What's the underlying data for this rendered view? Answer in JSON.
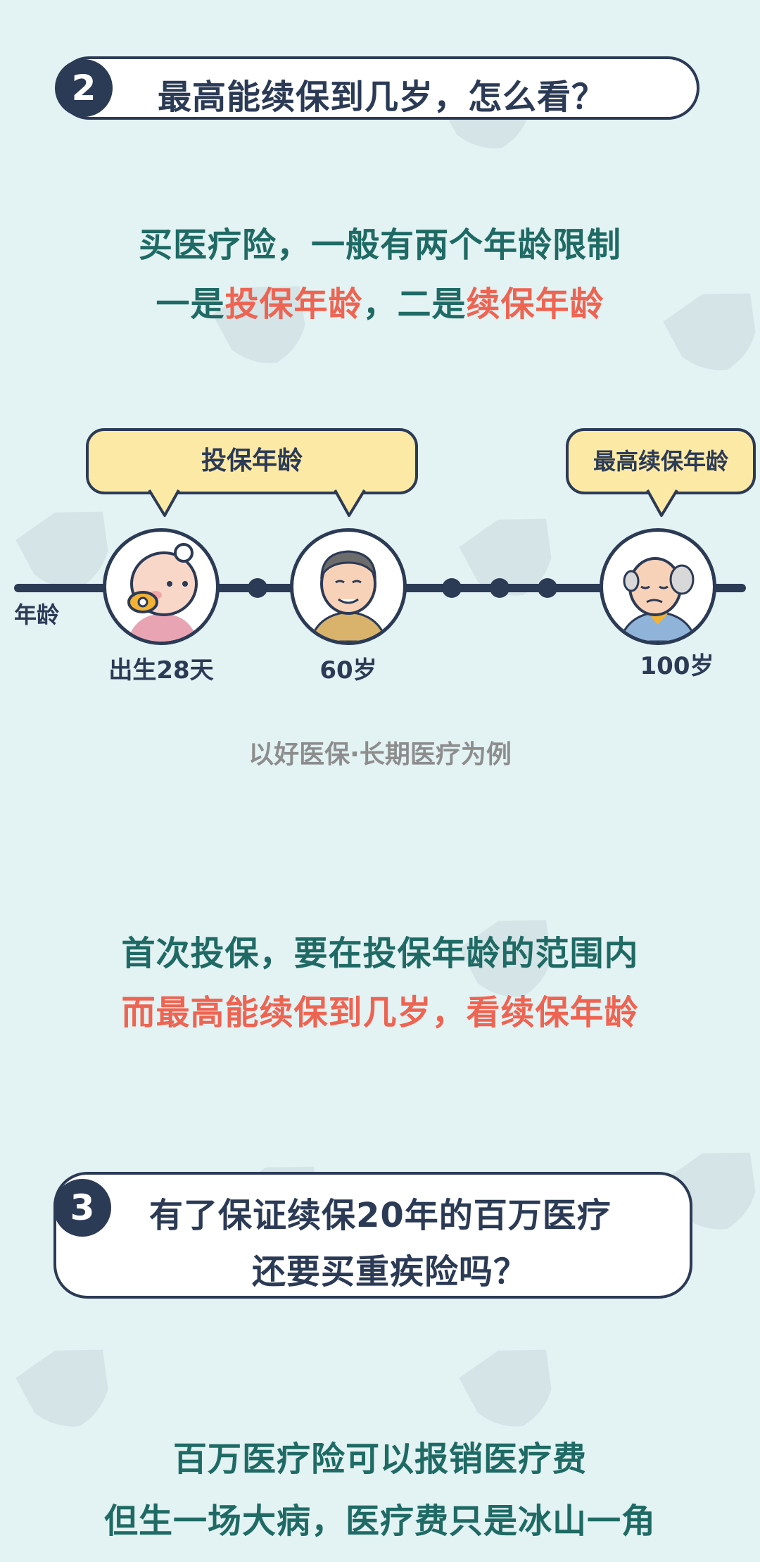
{
  "section2": {
    "number": "2",
    "title": "最高能续保到几岁，怎么看？"
  },
  "intro": {
    "line1": "买医疗险，一般有两个年龄限制",
    "line2_a": "一是",
    "line2_b": "投保年龄",
    "line2_c": "，二是",
    "line2_d": "续保年龄"
  },
  "timeline": {
    "axis_label": "年龄",
    "bubble_left": "投保年龄",
    "bubble_right": "最高续保年龄",
    "age_birth": "出生28天",
    "age_60": "60岁",
    "age_100": "100岁",
    "caption": "以好医保·长期医疗为例"
  },
  "explain": {
    "line1": "首次投保，要在投保年龄的范围内",
    "line2": "而最高能续保到几岁，看续保年龄"
  },
  "section3": {
    "number": "3",
    "title_line1": "有了保证续保20年的百万医疗",
    "title_line2": "还要买重疾险吗？"
  },
  "closing": {
    "line1": "百万医疗险可以报销医疗费",
    "line2": "但生一场大病，医疗费只是冰山一角"
  },
  "colors": {
    "background": "#e3f2f3",
    "navy": "#2b3a55",
    "teal": "#1f6a64",
    "red": "#ee6452",
    "bubble": "#fde9a6"
  }
}
